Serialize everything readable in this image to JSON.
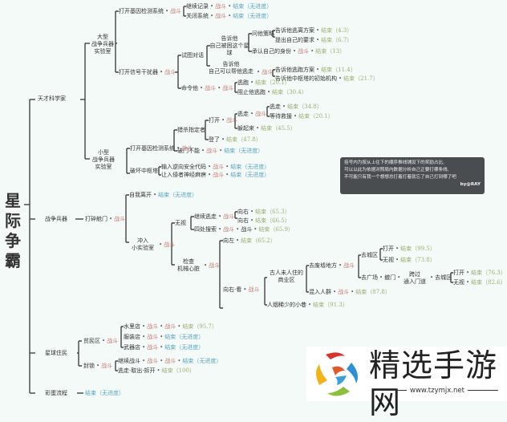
{
  "root": "星际争霸",
  "colors": {
    "background": "#f4faf8",
    "line": "#444444",
    "combat": "#c97a72",
    "ending_blue": "#5aa6c8",
    "ending_green": "#9bb070",
    "note_bg": "#4a4d4f"
  },
  "branches": {
    "scientist": {
      "label": "天才科学家",
      "big_lab": {
        "label": "大型\n战争兵器\n实验室",
        "open_defense": {
          "label": "打开基因检测系统",
          "tag": "战斗"
        },
        "exp_log": {
          "label": "继续记录",
          "t1": "战斗",
          "t2": "结束（无进度）"
        },
        "close_sys": {
          "label": "关闭系统",
          "t1": "战斗",
          "t2": "结束（无进度）"
        },
        "open_signal": {
          "label": "打开信号干扰器",
          "tag": "战斗"
        },
        "try_talk": {
          "label": "试图对话"
        },
        "tell_him_own": {
          "label": "告诉他\n自己被困这个星球"
        },
        "ask_plan": {
          "label": "问他策略"
        },
        "tell_escape_plan": {
          "label": "告诉他逃离方案",
          "end": "结束（4.3）"
        },
        "raise_demand": {
          "label": "提出自己的要求",
          "end": "结束（6.7）"
        },
        "admit_identity": {
          "label": "承认自己的身份",
          "tag": "战斗",
          "end": "结束（13）"
        },
        "tell_him_escape": {
          "label": "告诉他\n自己可以帮他逃走",
          "tag": "战斗"
        },
        "tell_plan2": {
          "label": "告诉他逃跑方案",
          "end": "结束（11.4）"
        },
        "tell_secret": {
          "label": "告诉他中枢塔的初始机构",
          "end": "结束（21.7）"
        },
        "command": {
          "label": "命令他",
          "t1": "战斗",
          "t2": "战斗"
        },
        "flee": {
          "label": "逃跑",
          "end": "结束（20.1）"
        },
        "stop_escape": {
          "label": "阻止他逃跑",
          "end": "结束（30.4）"
        }
      },
      "small_lab": {
        "label": "小型\n战争兵器\n实验室",
        "open_defense": {
          "label": "打开基因检测系统",
          "tag": "战斗"
        },
        "kill_target": {
          "label": "猎杀指定者"
        },
        "open": {
          "label": "打开",
          "tag": "战斗"
        },
        "escape": {
          "label": "逃走",
          "tag": "战斗"
        },
        "escape2": {
          "label": "逃走",
          "end": "结束（34.8）"
        },
        "wait_rescue": {
          "label": "等待救援",
          "end": "结束（20.1）"
        },
        "hide": {
          "label": "躲起来",
          "end": "结束（45.5）"
        },
        "door": {
          "label": "登了",
          "end": "结束（47.8）"
        },
        "cannot_open": {
          "label": "破门不能",
          "tag": "战斗",
          "end": "结束（无进度）"
        },
        "destroy_core": {
          "label": "破坏中枢塔"
        },
        "enter_code": {
          "label": "输入逆向安全代码",
          "tag": "战斗",
          "end": "结束（无进度）"
        },
        "stop_infect": {
          "label": "让入侵者神经麻痹",
          "tag": "战斗",
          "end": "结束（无进度）"
        }
      }
    },
    "war_weapon": {
      "label": "战争兵器",
      "break_door": {
        "label": "打碎舱门",
        "tag": "战斗"
      },
      "leave_self": {
        "label": "自我离开",
        "end": "结束（无进度）"
      },
      "rush": {
        "label": "冲入\n小实验室",
        "tag": "战斗"
      },
      "ignore": {
        "label": "无视"
      },
      "continue_escape": {
        "label": "继续逃走",
        "tag": "战斗"
      },
      "go_right": {
        "label": "向右",
        "end": "结束（65.3）"
      },
      "go_left": {
        "label": "向右",
        "end": "结束（66.5）"
      },
      "search_around": {
        "label": "四处搜索",
        "t1": "战斗",
        "t2": "战斗",
        "end": "结束（65.9）"
      },
      "check_core": {
        "label": "检查\n机械心脏",
        "tag": "战斗"
      },
      "left": {
        "label": "向左",
        "end": "结束（65.2）"
      },
      "right_look": {
        "label": "向右·看",
        "tag": "战斗"
      },
      "ancient_area": {
        "label": "古人未人住的\n商业区"
      },
      "abandoned": {
        "label": "去废墟地方",
        "tag": "战斗"
      },
      "big_city": {
        "label": "去城区"
      },
      "open1": {
        "label": "打开",
        "end": "结束（99.5）"
      },
      "ignore1": {
        "label": "无视",
        "end": "结束（73.8）"
      },
      "go_plaza": {
        "label": "去广场",
        "t1": "撤门"
      },
      "enter_gate": {
        "label": "跨过\n通入门道"
      },
      "to_city": {
        "label": "去城区"
      },
      "open2": {
        "label": "打开",
        "end": "结束（76.3）"
      },
      "ignore2": {
        "label": "无视",
        "end": "结束（82.6）"
      },
      "crowd": {
        "label": "混入人群",
        "tag": "战斗",
        "end": "结束（87.8）"
      },
      "alley": {
        "label": "人烟稀少的小巷",
        "end": "结束（91.3）"
      }
    },
    "planet_res": {
      "label": "星球住民",
      "slums": {
        "label": "贫民区",
        "tag": "战斗"
      },
      "water_shop": {
        "label": "水里店",
        "t1": "战斗",
        "t2": "战斗",
        "end": "结束（95.7）"
      },
      "clothes": {
        "label": "服装店",
        "tag": "战斗",
        "end": "结束（无进度）"
      },
      "weapon_shop": {
        "label": "武器店",
        "tag": "战斗",
        "end": "结束（无进度）"
      },
      "blockade": {
        "label": "封锁",
        "tag": "战斗"
      },
      "continue_fight": {
        "label": "继续战斗",
        "t1": "战斗",
        "t2": "战斗",
        "end": "结束（无进度）"
      },
      "escape_path": {
        "label": "逃走·取出·拆开",
        "end": "结束（100）"
      }
    },
    "easter": {
      "label": "彩蛋流程",
      "end": "结束（无进度）"
    }
  },
  "note": {
    "lines": [
      "括号内为按从上往下的顺序推线铺设下的奖励占比,",
      "可以以此为依据对照局内数据分析自己正要打哪条线,",
      "不可能只有我一个想想总打着打着就忘了自己打到哪了吧"
    ],
    "signature": "by@RAY"
  },
  "watermark": {
    "title": "精选手游网",
    "url": "www.tzymjx.net"
  }
}
